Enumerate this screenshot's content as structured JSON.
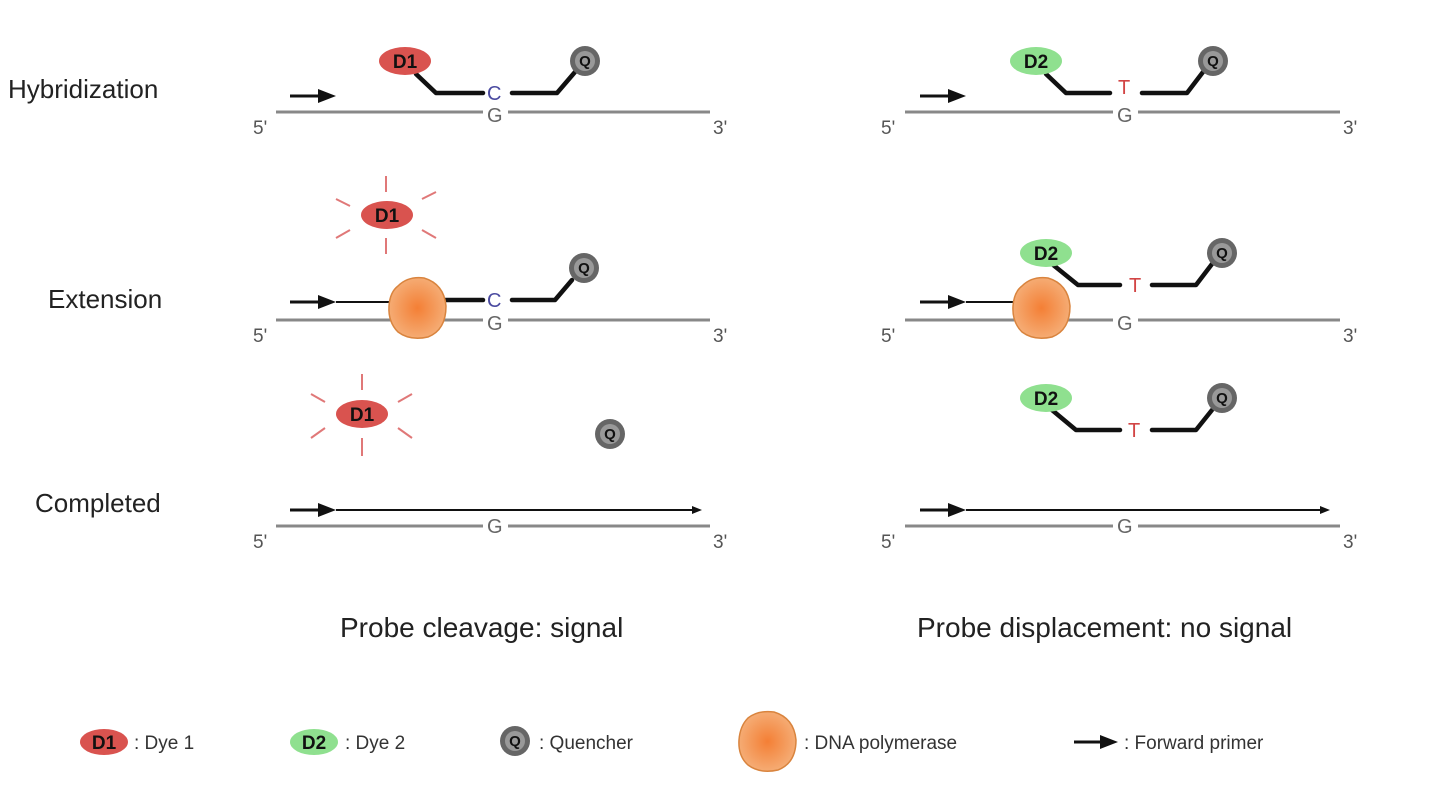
{
  "rows": [
    {
      "id": "hybridization",
      "label": "Hybridization"
    },
    {
      "id": "extension",
      "label": "Extension"
    },
    {
      "id": "completed",
      "label": "Completed"
    }
  ],
  "strand_ends": {
    "five_prime": "5'",
    "three_prime": "3'"
  },
  "bases": {
    "template": "G",
    "match_probe": "C",
    "mismatch_probe": "T"
  },
  "labels": {
    "dye1": "D1",
    "dye2": "D2",
    "quencher": "Q"
  },
  "captions": {
    "left": "Probe cleavage: signal",
    "right": "Probe displacement: no signal"
  },
  "legend": {
    "dye1": ": Dye 1",
    "dye2": ": Dye 2",
    "quencher": ": Quencher",
    "polymerase": ": DNA polymerase",
    "primer": ": Forward primer"
  },
  "colors": {
    "dye1": "#d9534f",
    "dye2": "#8fe08f",
    "quencher": "#777777",
    "polymerase": "#f2a15f",
    "base_match": "#4a4aa0",
    "base_mismatch": "#d24545",
    "strand": "#888888",
    "burst": "#e07878"
  }
}
